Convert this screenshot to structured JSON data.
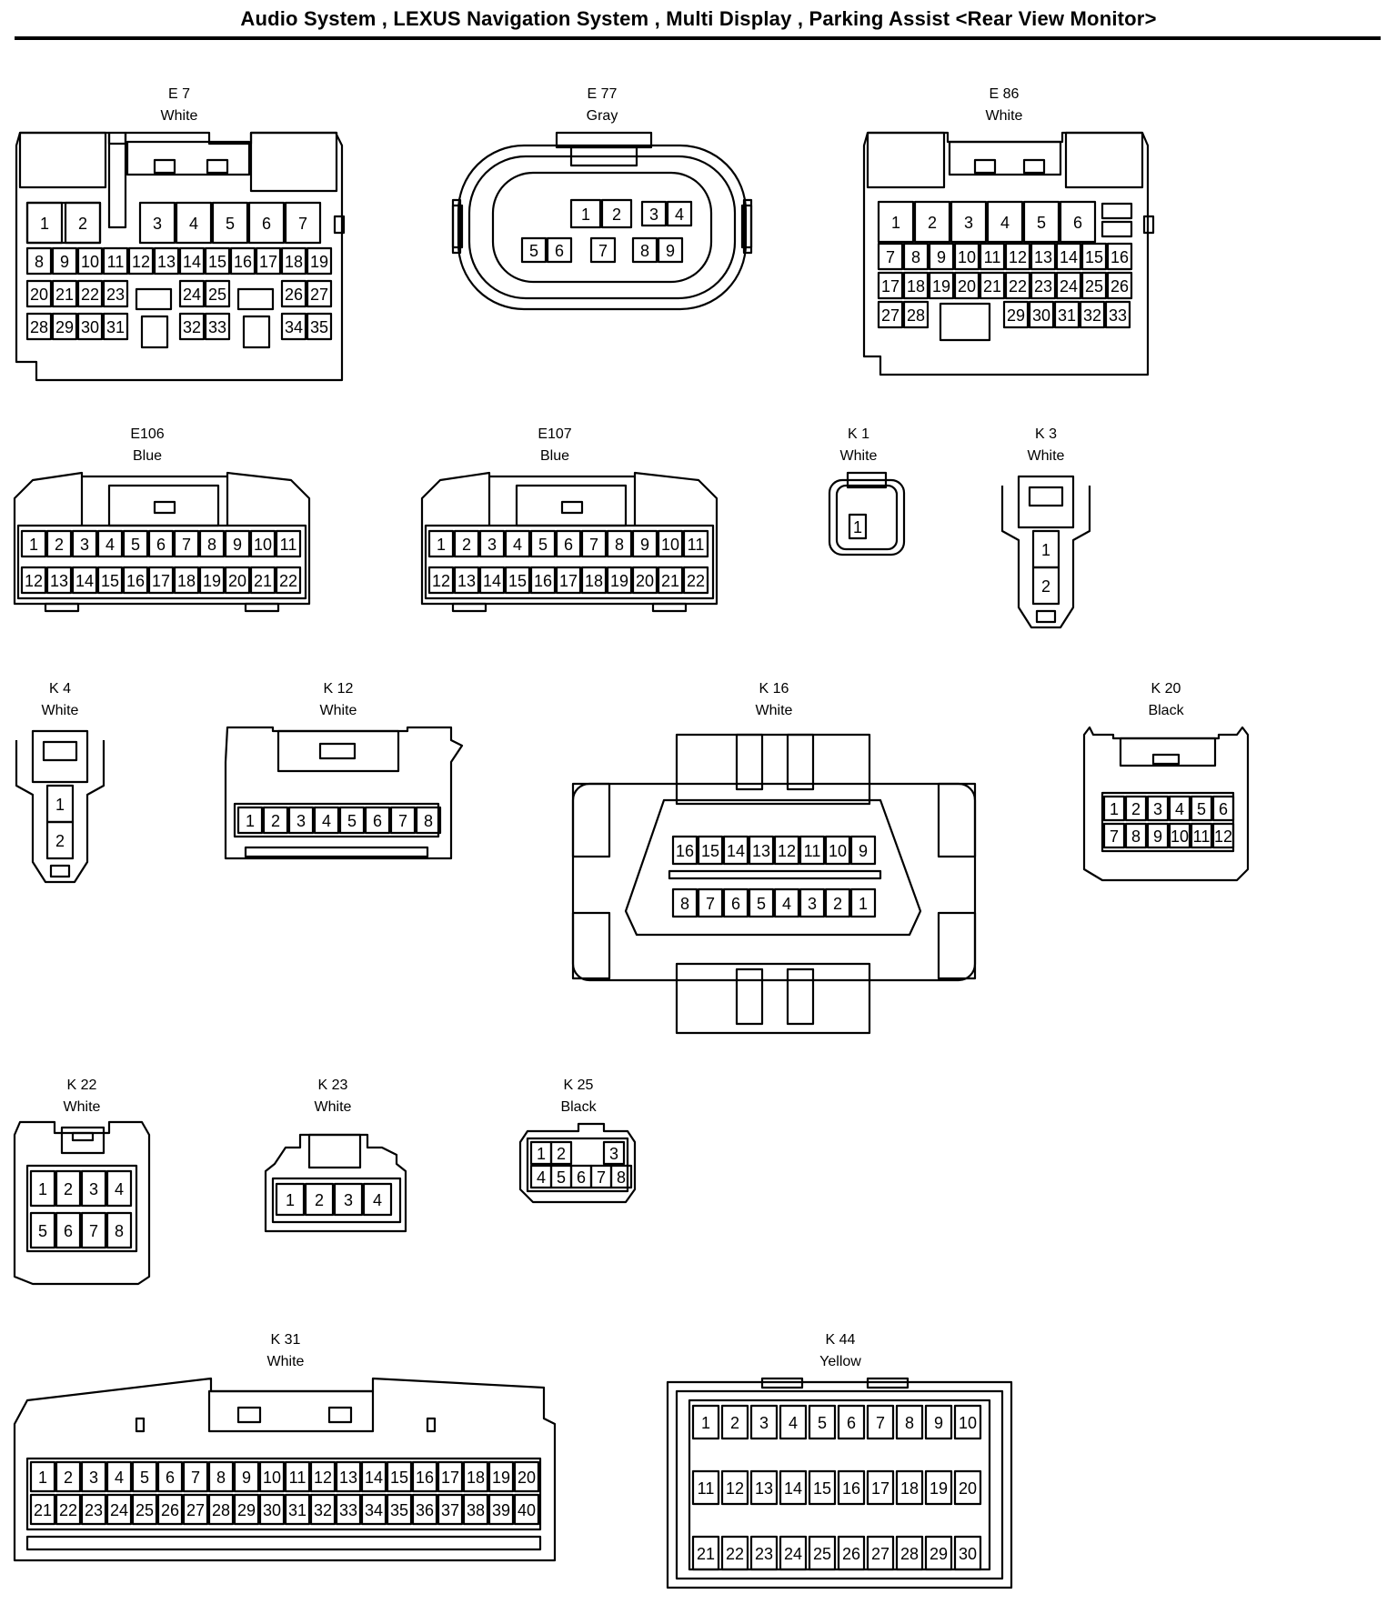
{
  "title": "Audio System , LEXUS Navigation System , Multi Display , Parking Assist <Rear View Monitor>",
  "connectors": [
    {
      "id": "E 7",
      "color": "White",
      "pins": 35
    },
    {
      "id": "E 77",
      "color": "Gray",
      "pins": 9
    },
    {
      "id": "E 86",
      "color": "White",
      "pins": 33
    },
    {
      "id": "E106",
      "color": "Blue",
      "pins": 22
    },
    {
      "id": "E107",
      "color": "Blue",
      "pins": 22
    },
    {
      "id": "K 1",
      "color": "White",
      "pins": 1
    },
    {
      "id": "K 3",
      "color": "White",
      "pins": 2
    },
    {
      "id": "K 4",
      "color": "White",
      "pins": 2
    },
    {
      "id": "K 12",
      "color": "White",
      "pins": 8
    },
    {
      "id": "K 16",
      "color": "White",
      "pins": 16
    },
    {
      "id": "K 20",
      "color": "Black",
      "pins": 12
    },
    {
      "id": "K 22",
      "color": "White",
      "pins": 8
    },
    {
      "id": "K 23",
      "color": "White",
      "pins": 4
    },
    {
      "id": "K 25",
      "color": "Black",
      "pins": 8
    },
    {
      "id": "K 31",
      "color": "White",
      "pins": 40
    },
    {
      "id": "K 44",
      "color": "Yellow",
      "pins": 30
    }
  ]
}
